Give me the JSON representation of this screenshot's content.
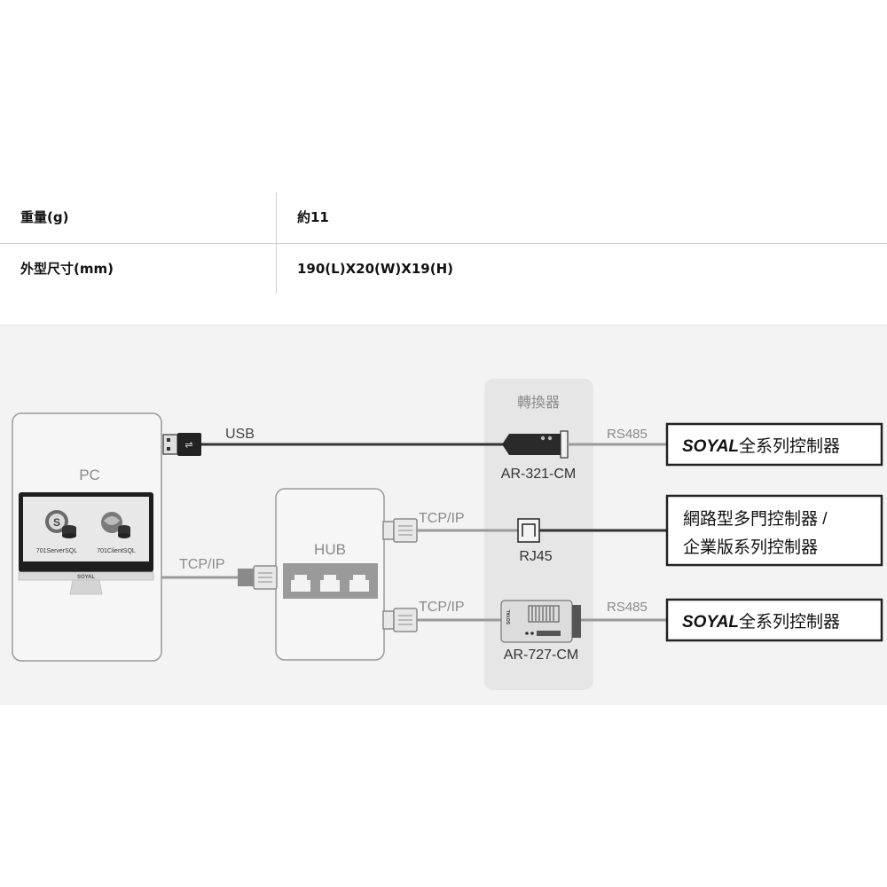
{
  "spec_table": {
    "rows": [
      {
        "label": "重量(g)",
        "value": "約11"
      },
      {
        "label": "外型尺寸(mm)",
        "value": "190(L)X20(W)X19(H)"
      }
    ]
  },
  "diagram": {
    "converter_header": "轉換器",
    "pc_label": "PC",
    "monitor_app_1": "701ServerSQL",
    "monitor_app_2": "701ClientSQL",
    "monitor_brand": "SOYAL",
    "usb_label": "USB",
    "tcpip_pc": "TCP/IP",
    "hub_label": "HUB",
    "tcpip_top": "TCP/IP",
    "tcpip_bottom": "TCP/IP",
    "rs485_top": "RS485",
    "rs485_bottom": "RS485",
    "ar321_label": "AR-321-CM",
    "rj45_label": "RJ45",
    "ar727_label": "AR-727-CM",
    "ar727_brand": "SOYAL",
    "controller_top": {
      "brand": "SOYAL",
      "text": "全系列控制器"
    },
    "controller_mid": {
      "line1": "網路型多門控制器 /",
      "line2": "企業版系列控制器"
    },
    "controller_bottom": {
      "brand": "SOYAL",
      "text": "全系列控制器"
    }
  },
  "colors": {
    "line_dark": "#333333",
    "line_gray": "#9a9a9a",
    "label_gray": "#8a8a8a",
    "panel_bg": "#f3f3f3",
    "converter_col": "#e6e6e6"
  }
}
